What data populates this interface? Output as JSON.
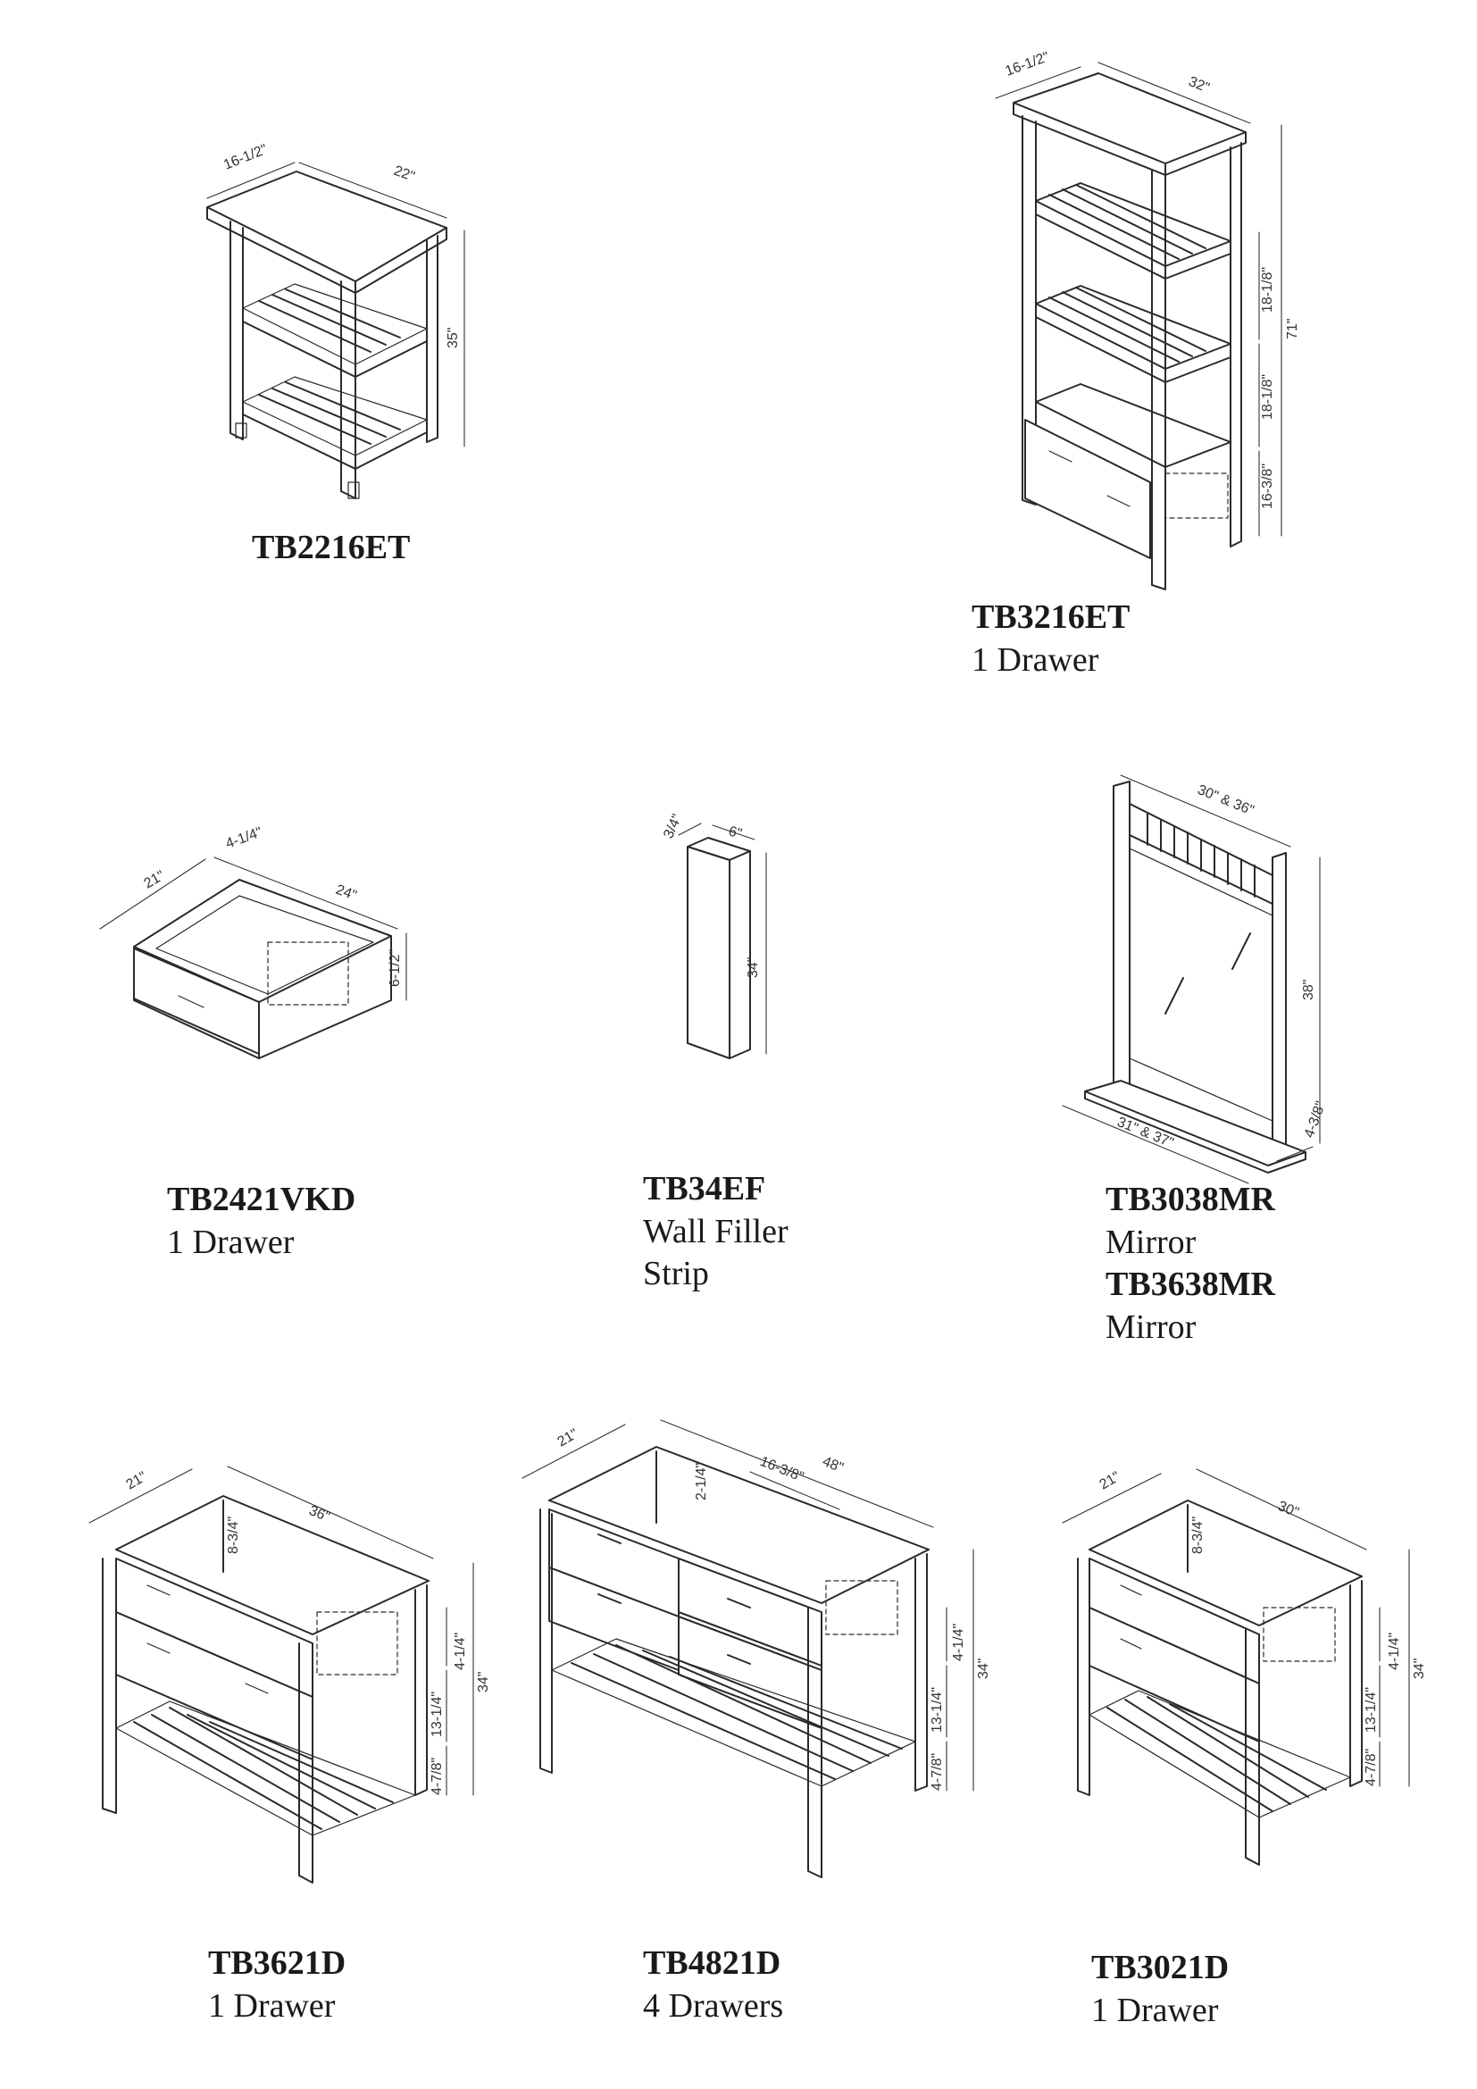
{
  "products": [
    {
      "model": "TB2216ET",
      "desc": [],
      "dims": {
        "depth": "16-1/2\"",
        "width": "22\"",
        "height": "35\""
      }
    },
    {
      "model": "TB3216ET",
      "desc": [
        "1 Drawer"
      ],
      "dims": {
        "depth": "16-1/2\"",
        "width": "32\"",
        "height": "71\"",
        "h1": "18-1/8\"",
        "h2": "18-1/8\"",
        "h3": "16-3/8\""
      }
    },
    {
      "model": "TB2421VKD",
      "desc": [
        "1 Drawer"
      ],
      "dims": {
        "depth": "21\"",
        "inner": "4-1/4\"",
        "width": "24\"",
        "height": "6-1/2\""
      }
    },
    {
      "model": "TB34EF",
      "desc": [
        "Wall Filler",
        "Strip"
      ],
      "dims": {
        "thick": "3/4\"",
        "width": "6\"",
        "height": "34\""
      }
    },
    {
      "model": "TB3038MR",
      "desc": [
        "Mirror"
      ],
      "dims": {
        "width_top": "30\" & 36\"",
        "height": "38\"",
        "width_base": "31\" & 37\"",
        "depth": "4-3/8\""
      }
    },
    {
      "model": "TB3638MR",
      "desc": [
        "Mirror"
      ]
    },
    {
      "model": "TB3621D",
      "desc": [
        "1 Drawer"
      ],
      "dims": {
        "depth": "21\"",
        "width": "36\"",
        "inner": "8-3/4\"",
        "top": "4-1/4\"",
        "mid": "13-1/4\"",
        "bottom": "4-7/8\"",
        "height": "34\""
      }
    },
    {
      "model": "TB4821D",
      "desc": [
        "4 Drawers"
      ],
      "dims": {
        "depth": "21\"",
        "width": "48\"",
        "inner_a": "2-1/4\"",
        "inner_b": "16-3/8\"",
        "top": "4-1/4\"",
        "mid": "13-1/4\"",
        "bottom": "4-7/8\"",
        "height": "34\""
      }
    },
    {
      "model": "TB3021D",
      "desc": [
        "1 Drawer"
      ],
      "dims": {
        "depth": "21\"",
        "width": "30\"",
        "inner": "8-3/4\"",
        "top": "4-1/4\"",
        "mid": "13-1/4\"",
        "bottom": "4-7/8\"",
        "height": "34\""
      }
    }
  ]
}
